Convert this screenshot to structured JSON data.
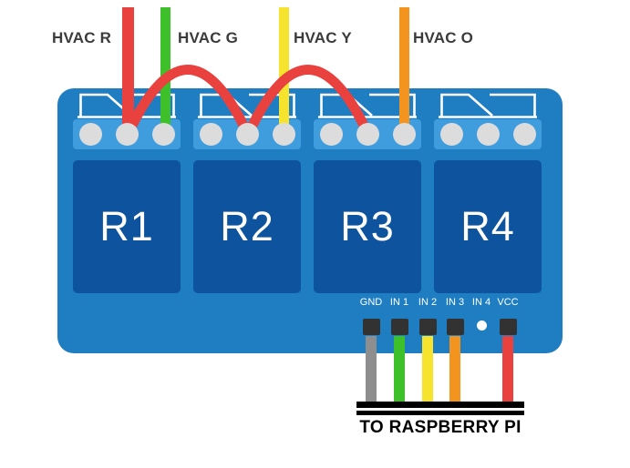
{
  "colors": {
    "board": "#1F7EC2",
    "strip": "#3F9CDD",
    "circle": "#DCDCDC",
    "relay": "#0E539E",
    "relay_label_text": "#FFFFFF",
    "symbol_line": "#FFFFFF",
    "hvac_label_text": "#3B3B3B",
    "pin_label_text": "#FFFFFF",
    "pin_square": "#323232",
    "pin_dot": "#FFFFFF",
    "connector_bar": "#000000",
    "bottom_label_text": "#000000",
    "wire_red": "#E8413E",
    "wire_green": "#3EC02B",
    "wire_yellow": "#F5E32E",
    "wire_orange": "#F3941F",
    "wire_gray": "#8E8E8E"
  },
  "top_wires": [
    {
      "label": "HVAC R",
      "color_key": "wire_red"
    },
    {
      "label": "HVAC G",
      "color_key": "wire_green"
    },
    {
      "label": "HVAC Y",
      "color_key": "wire_yellow"
    },
    {
      "label": "HVAC O",
      "color_key": "wire_orange"
    }
  ],
  "jumpers": {
    "color_key": "wire_red",
    "count": 2
  },
  "relays": [
    {
      "label": "R1"
    },
    {
      "label": "R2"
    },
    {
      "label": "R3"
    },
    {
      "label": "R4"
    }
  ],
  "pins": [
    {
      "label": "GND",
      "wire_color_key": "wire_gray"
    },
    {
      "label": "IN 1",
      "wire_color_key": "wire_green"
    },
    {
      "label": "IN 2",
      "wire_color_key": "wire_yellow"
    },
    {
      "label": "IN 3",
      "wire_color_key": "wire_orange"
    },
    {
      "label": "IN 4",
      "wire_color_key": null
    },
    {
      "label": "VCC",
      "wire_color_key": "wire_red"
    }
  ],
  "bottom_connector_label": "TO RASPBERRY PI"
}
